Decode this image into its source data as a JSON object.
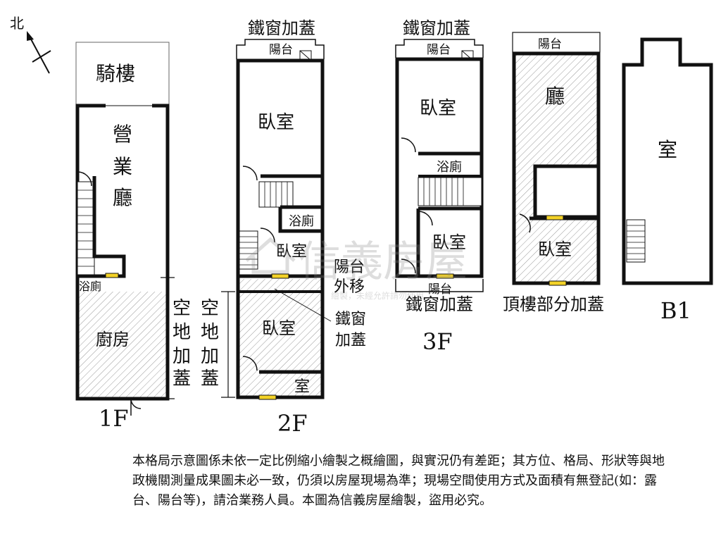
{
  "compass": {
    "north_label": "北"
  },
  "floor_1f": {
    "label": "1F",
    "arcade": "騎樓",
    "business_hall": [
      "營",
      "業",
      "廳"
    ],
    "bathroom": "浴廁",
    "kitchen": "廚房",
    "extension_note": [
      "空",
      "地",
      "加",
      "蓋"
    ]
  },
  "floor_2f": {
    "label": "2F",
    "top_note": "鐵窗加蓋",
    "balcony": "陽台",
    "bedroom_top": "臥室",
    "bathroom": "浴廁",
    "bedroom_mid": "臥室",
    "balcony_moved": [
      "陽台",
      "外移"
    ],
    "iron_window": [
      "鐵窗",
      "加蓋"
    ],
    "bedroom_bottom": "臥室",
    "room_small": "室",
    "extension_note": [
      "空",
      "地",
      "加",
      "蓋"
    ]
  },
  "floor_3f": {
    "label": "3F",
    "top_note": "鐵窗加蓋",
    "balcony_top": "陽台",
    "bedroom_top": "臥室",
    "bathroom": "浴廁",
    "bedroom_bottom": "臥室",
    "balcony_bottom": "陽台",
    "bottom_note": "鐵窗加蓋"
  },
  "floor_roof": {
    "balcony": "陽台",
    "hall": "廳",
    "bedroom": "臥室",
    "caption": "頂樓部分加蓋"
  },
  "floor_b1": {
    "label": "B1",
    "room": "室"
  },
  "watermark": {
    "brand": "信義房屋",
    "subtext": "繪製，未經允許請勿使用"
  },
  "disclaimer": "本格局示意圖係未依一定比例縮小繪製之概繪圖，與實況仍有差距；其方位、格局、形狀等與地政機關測量成果圖未必一致，仍須以房屋現場為準；現場空間使用方式及面積有無登記(如：露台、陽台等)，請洽業務人員。本圖為信義房屋繪製，盜用必究。"
}
